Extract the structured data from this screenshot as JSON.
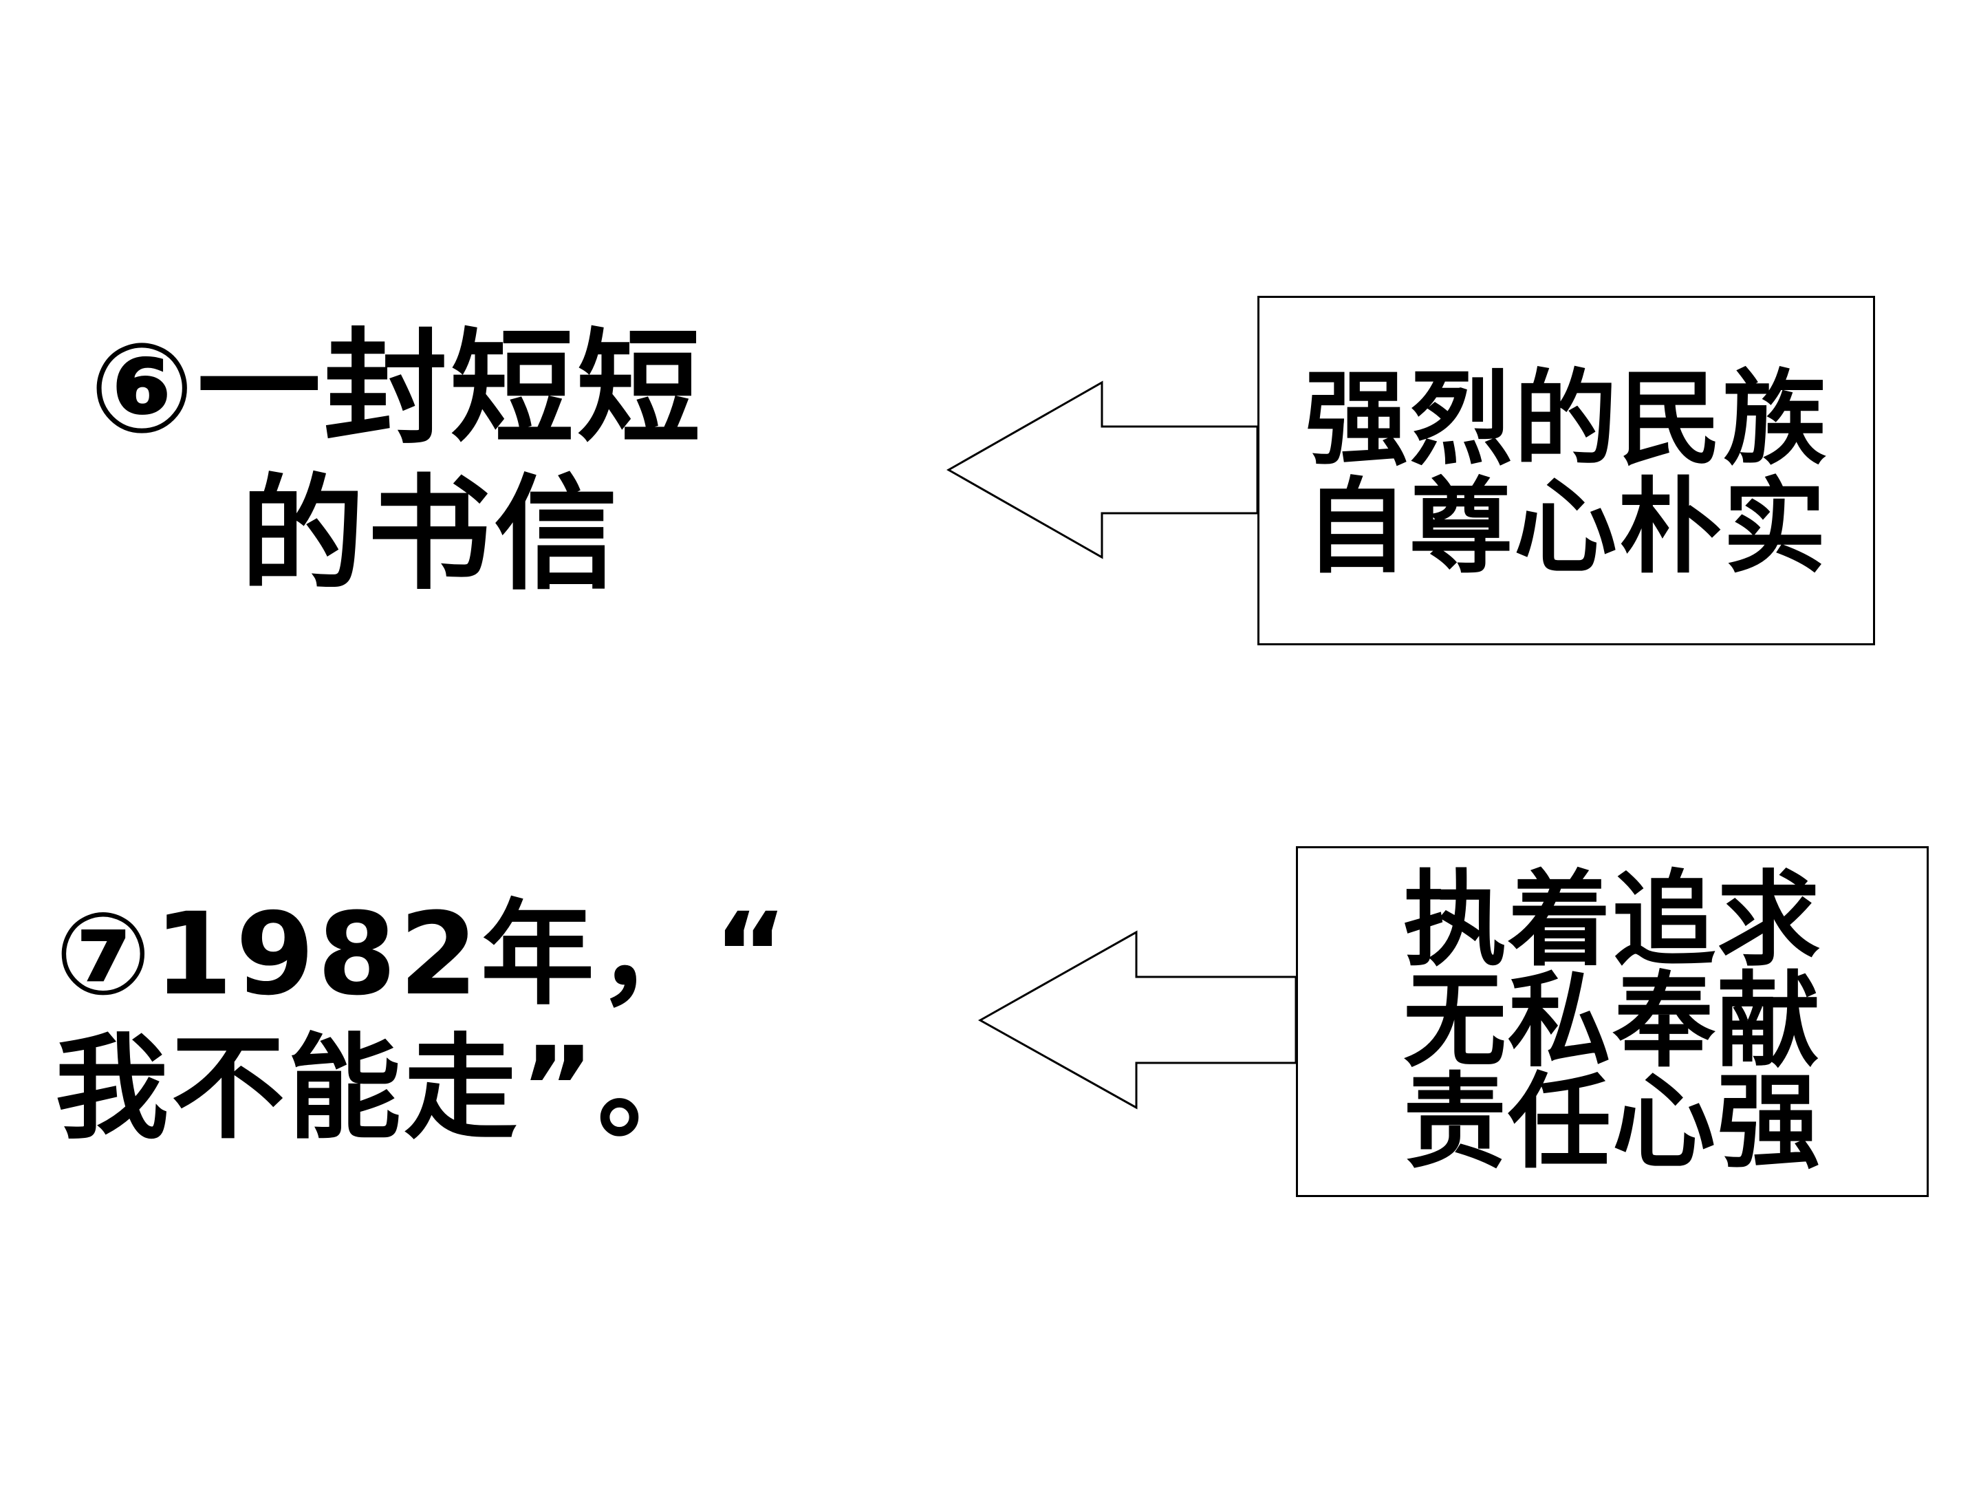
{
  "items": [
    {
      "id": "6",
      "title_line1": "⑥一封短短",
      "title_line2": "的书信",
      "traits": [
        "强烈的民族",
        "自尊心朴实"
      ]
    },
    {
      "id": "7",
      "title_line1": "⑦1982年，“",
      "title_line2": "我不能走”。",
      "traits": [
        "执着追求",
        "无私奉献",
        "责任心强"
      ]
    }
  ],
  "colors": {
    "text": "#000000",
    "background": "#ffffff",
    "stroke": "#000000"
  },
  "icons": [
    "left-arrow-icon",
    "left-arrow-icon"
  ]
}
